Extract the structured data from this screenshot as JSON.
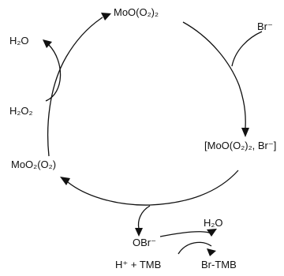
{
  "diagram": {
    "top_species": "MoO(O₂)₂",
    "right_species": "[MoO(O₂)₂, Br⁻]",
    "left_species": "MoO₂(O₂)",
    "bromide_in": "Br⁻",
    "water_out": "H₂O",
    "peroxide_in": "H₂O₂",
    "hypobromite": "OBr⁻",
    "water_product": "H₂O",
    "proton_tmb": "H⁺ + TMB",
    "br_tmb": "Br-TMB"
  },
  "colors": {
    "ink": "#111111",
    "background": "#ffffff"
  }
}
